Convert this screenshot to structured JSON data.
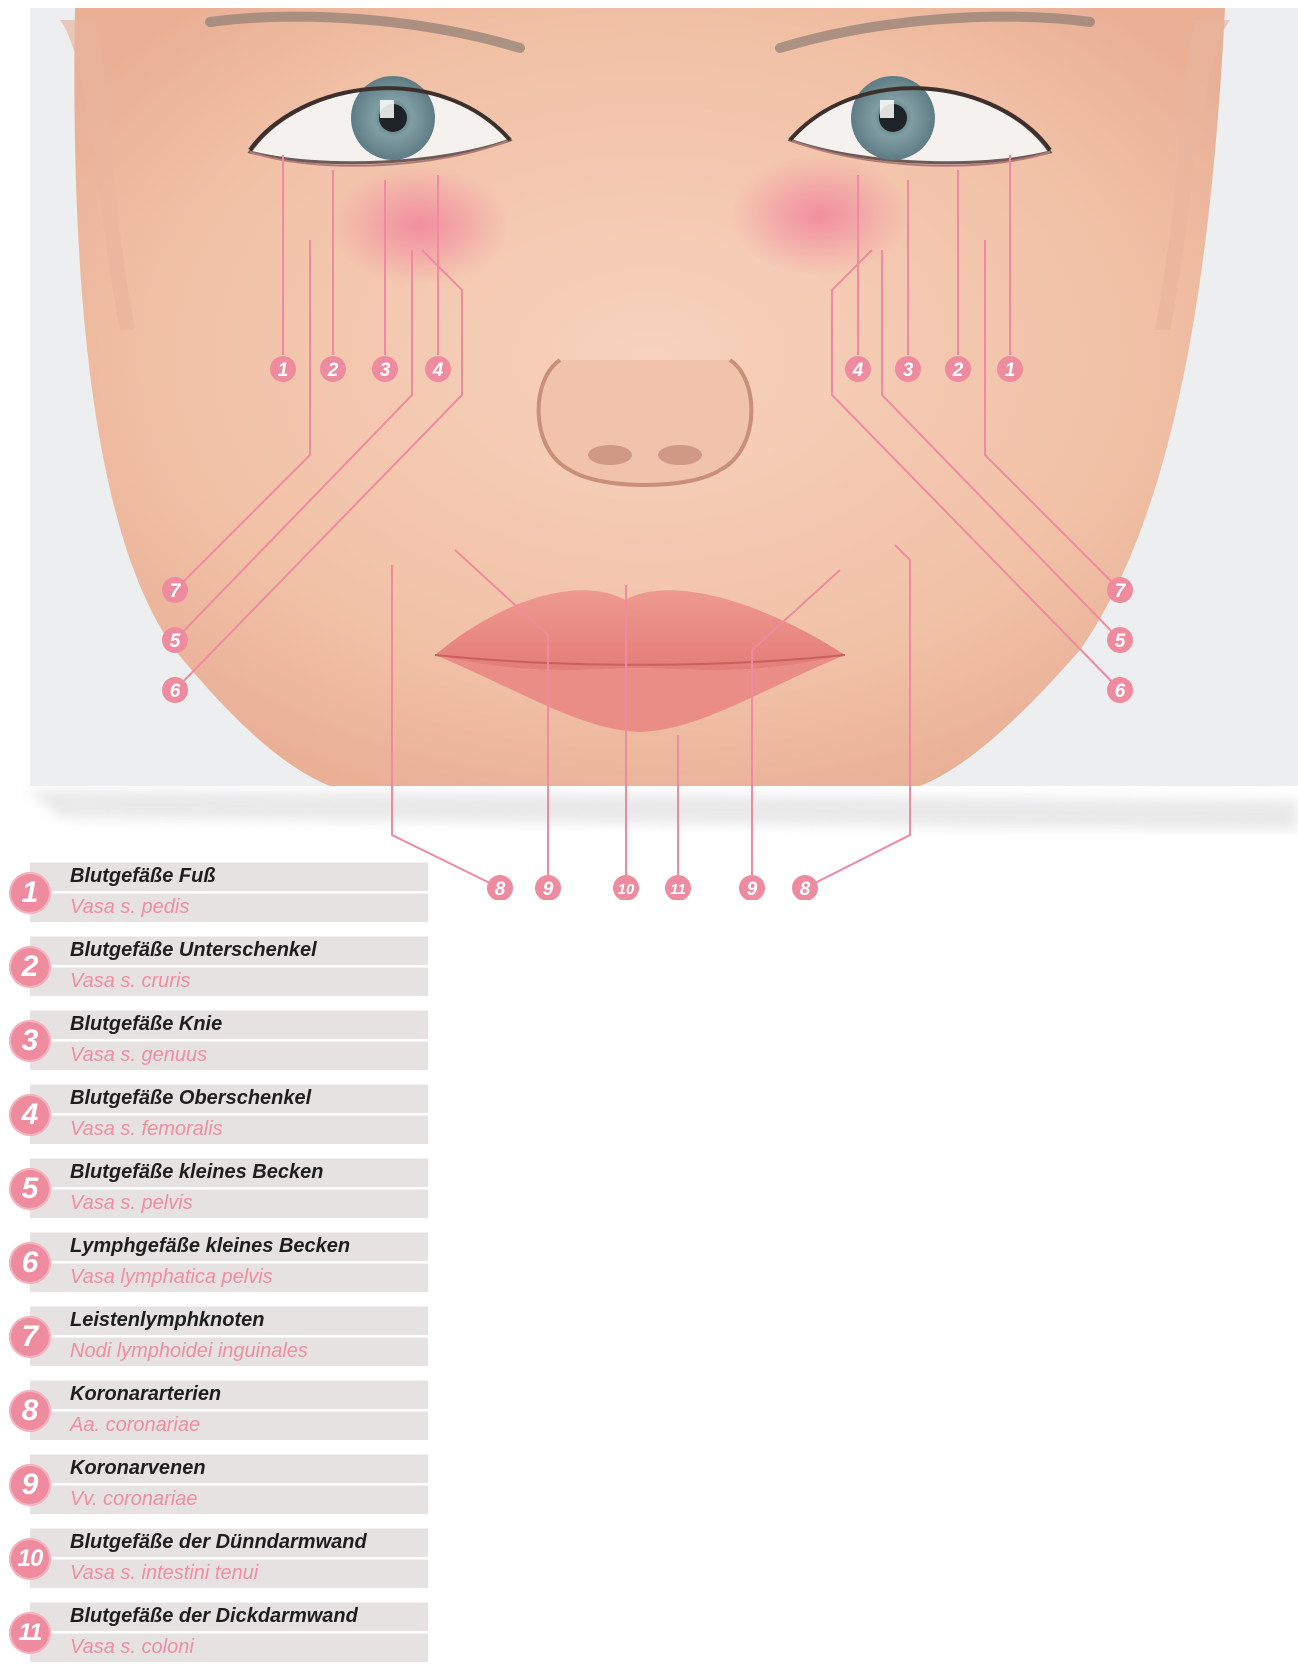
{
  "colors": {
    "accent": "#ef8b9e",
    "leader": "#f08aa0",
    "skin": "#f3c7ae",
    "latin_text": "#f08ea0",
    "row_bg": "#e6e2e2"
  },
  "markers": [
    {
      "label": "1"
    },
    {
      "label": "2"
    },
    {
      "label": "3"
    },
    {
      "label": "4"
    },
    {
      "label": "4"
    },
    {
      "label": "3"
    },
    {
      "label": "2"
    },
    {
      "label": "1"
    },
    {
      "label": "7"
    },
    {
      "label": "5"
    },
    {
      "label": "6"
    },
    {
      "label": "7"
    },
    {
      "label": "5"
    },
    {
      "label": "6"
    },
    {
      "label": "8"
    },
    {
      "label": "9"
    },
    {
      "label": "10"
    },
    {
      "label": "11"
    },
    {
      "label": "9"
    },
    {
      "label": "8"
    }
  ],
  "legend": [
    {
      "number": "1",
      "german": "Blutgefäße Fuß",
      "latin": "Vasa s. pedis"
    },
    {
      "number": "2",
      "german": "Blutgefäße Unterschenkel",
      "latin": "Vasa s. cruris"
    },
    {
      "number": "3",
      "german": "Blutgefäße Knie",
      "latin": "Vasa s. genuus"
    },
    {
      "number": "4",
      "german": "Blutgefäße Oberschenkel",
      "latin": "Vasa s. femoralis"
    },
    {
      "number": "5",
      "german": "Blutgefäße kleines Becken",
      "latin": "Vasa s. pelvis"
    },
    {
      "number": "6",
      "german": "Lymphgefäße kleines Becken",
      "latin": "Vasa lymphatica pelvis"
    },
    {
      "number": "7",
      "german": "Leistenlymphknoten",
      "latin": "Nodi lymphoidei inguinales"
    },
    {
      "number": "8",
      "german": "Koronararterien",
      "latin": "Aa. coronariae"
    },
    {
      "number": "9",
      "german": "Koronarvenen",
      "latin": "Vv. coronariae"
    },
    {
      "number": "10",
      "german": "Blutgefäße der Dünndarmwand",
      "latin": "Vasa s. intestini tenui"
    },
    {
      "number": "11",
      "german": "Blutgefäße der Dickdarmwand",
      "latin": "Vasa s. coloni"
    }
  ]
}
